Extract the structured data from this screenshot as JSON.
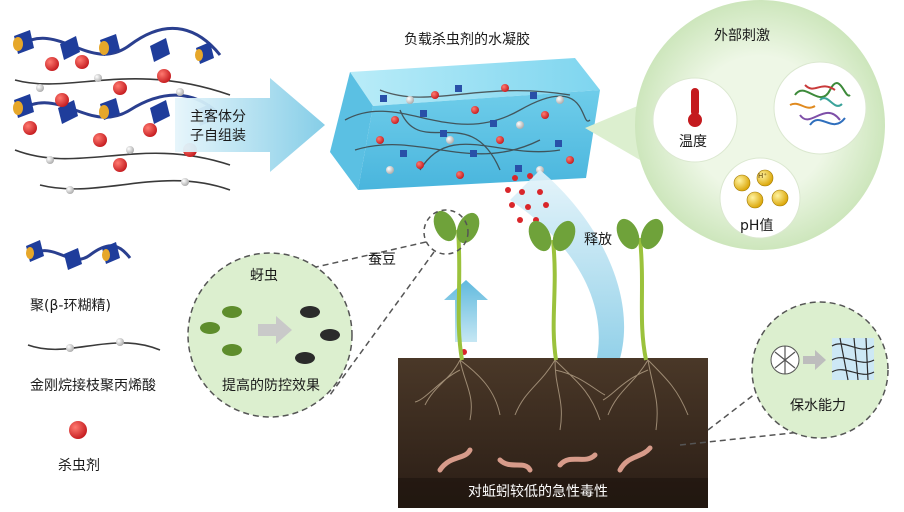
{
  "labels": {
    "assembly": "主客体分\n子自组装",
    "hydrogel": "负载杀虫剂的水凝胶",
    "stimuli": "外部刺激",
    "temperature": "温度",
    "ph": "pH值",
    "ph_ion": "H⁺",
    "release": "释放",
    "broad_bean": "蚕豆",
    "aphid": "蚜虫",
    "control_effect": "提高的防控效果",
    "water_retention": "保水能力",
    "earthworm": "对蚯蚓较低的急性毒性",
    "legend_cd": "聚(β-环糊精)",
    "legend_ad": "金刚烷接枝聚丙烯酸",
    "legend_pesticide": "杀虫剂"
  },
  "colors": {
    "pesticide": "#d9262a",
    "cyclodextrin": "#1f3d9b",
    "hydrogel": "#7fd3ec",
    "soil": "#3b2a20",
    "stem": "#9bc23c",
    "bubble": "#d8ecc9"
  },
  "icons": {
    "temperature": "thermometer-icon",
    "enzyme": "protein-structure-icon",
    "ph": "proton-icon",
    "aphid": "aphid-icon",
    "mesh": "polymer-network-icon"
  }
}
